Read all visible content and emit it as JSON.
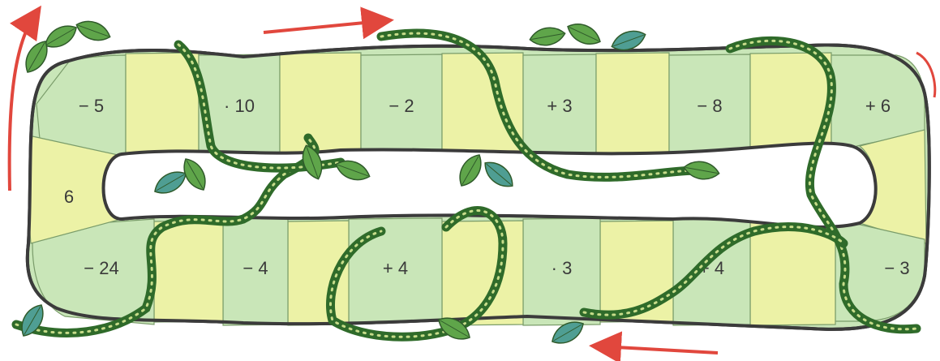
{
  "palette": {
    "green_cell": "#c9e6b8",
    "yellow_cell": "#ecf2a6",
    "outline": "#3b3b3b",
    "vine": "#2f6b2a",
    "vine_dots": "#c7dc8a",
    "leaf_green": "#5fa54a",
    "leaf_teal": "#4f9e93",
    "arrow_red": "#e1473d"
  },
  "path": {
    "top_row": [
      {
        "label": "− 5",
        "fill": "green"
      },
      {
        "label": "",
        "fill": "yellow"
      },
      {
        "label": "· 10",
        "fill": "green"
      },
      {
        "label": "",
        "fill": "yellow"
      },
      {
        "label": "− 2",
        "fill": "green"
      },
      {
        "label": "",
        "fill": "yellow"
      },
      {
        "label": "+ 3",
        "fill": "green"
      },
      {
        "label": "",
        "fill": "yellow"
      },
      {
        "label": "− 8",
        "fill": "green"
      },
      {
        "label": "",
        "fill": "yellow"
      },
      {
        "label": "+ 6",
        "fill": "green"
      }
    ],
    "right_column": [
      {
        "label": "",
        "fill": "yellow"
      }
    ],
    "bottom_row": [
      {
        "label": "− 3",
        "fill": "green"
      },
      {
        "label": "",
        "fill": "yellow"
      },
      {
        "label": "+ 4",
        "fill": "green"
      },
      {
        "label": "",
        "fill": "yellow"
      },
      {
        "label": "· 3",
        "fill": "green"
      },
      {
        "label": "",
        "fill": "yellow"
      },
      {
        "label": "+ 4",
        "fill": "green"
      },
      {
        "label": "",
        "fill": "yellow"
      },
      {
        "label": "− 4",
        "fill": "green"
      },
      {
        "label": "",
        "fill": "yellow"
      },
      {
        "label": "− 24",
        "fill": "green"
      }
    ],
    "left_column": [
      {
        "label": "6",
        "fill": "yellow"
      }
    ]
  },
  "arrows": [
    {
      "name": "arrow-left-up",
      "direction": "up"
    },
    {
      "name": "arrow-top-right",
      "direction": "right"
    },
    {
      "name": "arrow-bottom-left",
      "direction": "left"
    }
  ]
}
